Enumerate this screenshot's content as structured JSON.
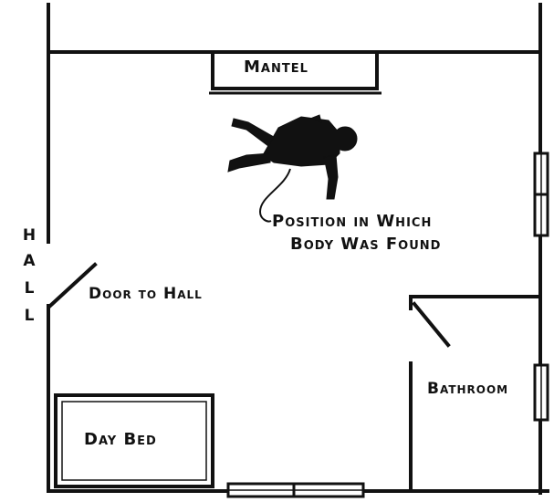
{
  "labels": {
    "mantel": "Mantel",
    "body_caption_line1": "Position in Which",
    "body_caption_line2": "Body Was Found",
    "door": "Door to Hall",
    "bathroom": "Bathroom",
    "day_bed": "Day Bed",
    "hall": [
      "H",
      "A",
      "L",
      "L"
    ]
  },
  "colors": {
    "ink": "#111111",
    "paper": "#ffffff"
  }
}
